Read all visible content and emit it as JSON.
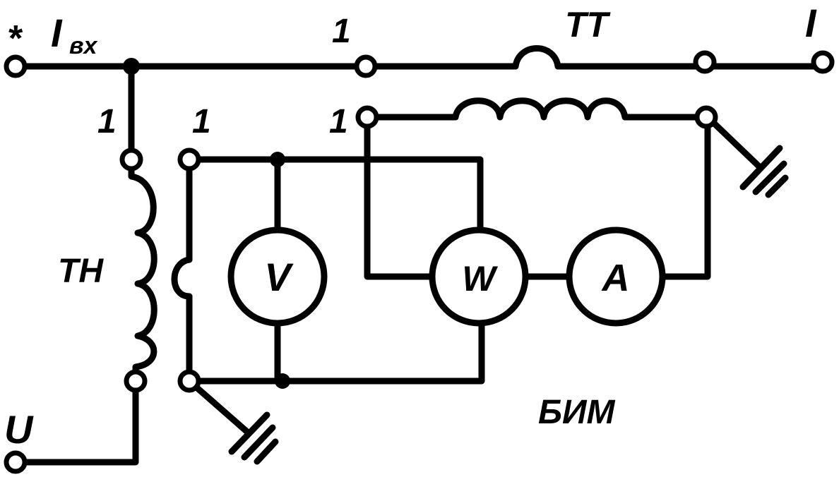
{
  "labels": {
    "input_marker": "*",
    "input_current": "I",
    "input_current_sub": "вх",
    "output_current": "I",
    "voltage": "U",
    "ct": "ТТ",
    "vt": "ТН",
    "device": "БИМ",
    "polarity_mark": "1"
  },
  "meters": {
    "voltmeter": "V",
    "wattmeter": "W",
    "ammeter": "A"
  }
}
